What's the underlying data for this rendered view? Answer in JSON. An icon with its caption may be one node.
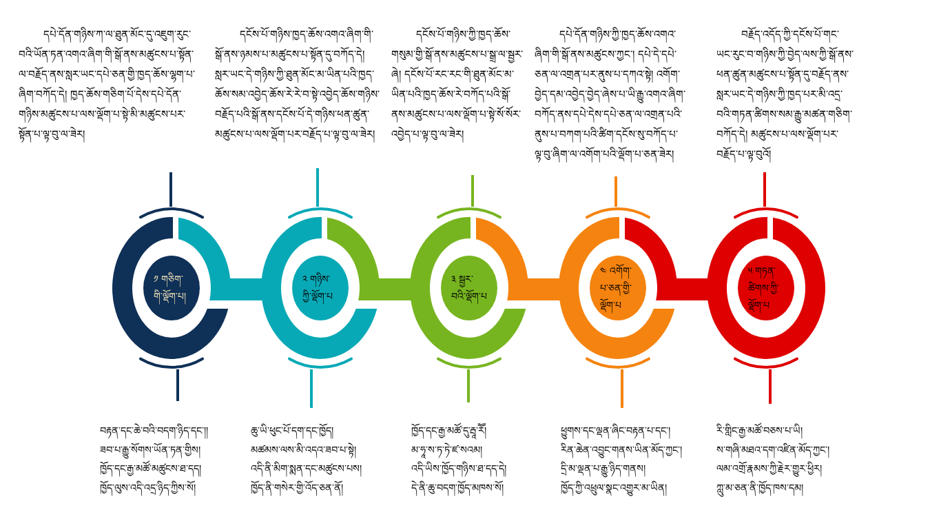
{
  "diagram": {
    "nodes": [
      {
        "text": [
          "དཔེ་དོན་གཉིས་ཀ་ལ་ཐུན་མོང་དུ་འཇུག་རུང་བའི་ཡོན་ཏན་འགའ་ཞིག་གི་སྒོ་ནས་མཚུངས་པ་སྟོན་ལ་བརྗོད་ནས་སླར་ཡང་དཔེ་ཅན་གྱི་ཁྱད་ཆོས་ལྷག་པ་ཞིག་བཀོད་དེ། ཁྱད་ཆོས་གཅིག་པོ་དེས་དཔེ་དོན་གཉིས་མཚུངས་པ་ལས་ལྡོག་པ་སྟེ་མི་མཚུངས་པར་སྟོན་པ་ལྟ་བུ་ལ་ཟེར།"
        ]
      },
      {
        "text": [
          "དངོས་པོ་གཉིས་ཁྱད་ཆོས་འགའ་ཞིག་གི་སྒོ་ནས་ཉམས་པ་མཚུངས་པ་སྟོན་དུ་བཀོད་དེ། སླར་ཡང་དེ་གཉིས་ཀྱི་ཐུན་མོང་མ་ཡིན་པའི་ཁྱད་ཆོས་སམ་འབྱེད་ཆོས་རེ་རེ་བ་སྟེ་འབྱེད་ཆོས་གཉིས་བརྗོད་པའི་སྒོ་ནས་དངོས་པོ་དེ་གཉིས་ཕན་ཚུན་མཚུངས་པ་ལས་ལྡོག་པར་བརྗོད་པ་ལྟ་བུ་ལ་ཟེར།"
        ]
      },
      {
        "text": [
          "དངོས་པོ་གཉིས་ཀྱི་ཁྱད་ཆོས་གསུམ་གྱི་སྒོ་ནས་མཚུངས་པ་སྒྲ་ལ་སྦྱར་ཞེ། དངོས་པོ་རང་རང་གི་ཐུན་མོང་མ་ཡིན་པའི་ཁྱད་ཆོས་རེ་བཀོད་པའི་སྒོ་ནས་མཚུངས་པ་ལས་ལྡོག་པ་སྟེ་སོ་སོར་འབྱེད་པ་ལྟ་བུ་ལ་ཟེར།"
        ]
      },
      {
        "text": [
          "དཔེ་དོན་གཉིས་ཀྱི་ཁྱད་ཆོས་འགའ་ཞིག་གི་སྒོ་ནས་མཚུངས་ཀྱང་། དཔེ་དེ་དཔེ་ཅན་ལ་འགྲན་པར་ནུས་པ་དཀའ་སྟེ། འགོག་བྱེད་དམ་འབྱེད་བྱེད་ཞེས་པ་ཡི་རྒྱུ་འགའ་ཞིག་བཀོད་ནས་དཔེ་དེས་དཔེ་ཅན་ལ་འགྲན་པའི་ནུས་པ་བཀག་པའི་ཚིག་དངོས་སུ་བཀོད་པ་ལྟ་བུ་ཞིག་ལ་འགོག་པའི་ལྡོག་པ་ཅན་ཟེར།"
        ]
      },
      {
        "text": [
          "བརྗོད་འདོད་ཀྱི་དངོས་པོ་གང་ཡང་རུང་བ་གཉིས་ཀྱི་བྱེད་ལས་ཀྱི་སྒོ་ནས་ཕན་ཚུན་མཚུངས་པ་སྟོན་དུ་བརྗོད་ནས་སླར་ཡང་དེ་གཉིས་ཀྱི་ཁྱད་པར་མི་འདྲ་བའི་གཏན་ཚིགས་སམ་རྒྱུ་མཚན་གཅིག་བཀོད་དེ། མཚུངས་པ་ལས་ལྡོག་པར་བརྗོད་པ་ལྟ་བུའོ།"
        ]
      },
      {
        "text": [],
        "shape": "ring"
      },
      {
        "text": [
          "༡ གཅིག་གི་ལྡོག་པ།"
        ],
        "in": 5
      },
      {
        "text": [],
        "shape": "ring"
      },
      {
        "text": [
          "༢ གཉིས་ཀྱི་ལྡོག་པ"
        ],
        "in": 7
      },
      {
        "text": [],
        "shape": "ring"
      },
      {
        "text": [
          "༣ སྦྱར་བའི་ལྡོག་པ"
        ],
        "in": 9
      },
      {
        "text": [],
        "shape": "ring"
      },
      {
        "text": [
          "༤ འགོག་པ་ཅན་གྱི་ལྡོག་པ"
        ],
        "in": 11
      },
      {
        "text": [],
        "shape": "ring"
      },
      {
        "text": [
          "༥ གཏན་ཚིགས་ཀྱི་ལྡོག་པ"
        ],
        "in": 13
      },
      {
        "text": [
          "བརྟན་དང་ཆེ་བའི་བདག་ཉིད་དང་།། ཟབ་པ་རྒྱུ་སོགས་ཡོན་ཏན་གྱིས། ཁྱོད་དང་རྒྱ་མཚོ་མཚུངས་ཐ་དད། ཁྱོད་ལུས་འདི་འདྲ་ཉིད་ཀྱིས་སོ།"
        ]
      },
      {
        "text": [
          "ཆུ་ཡི་ཕུང་པོ་དག་དང་ཁྱོད། མཚམས་ལས་མི་འདའ་ཟབ་པ་སྟེ། འདི་ནི་མིག་སྨན་དང་མཚུངས་པས། ཁྱོད་ནི་གསེར་གྱི་འོད་ཅན་ནོ།"
        ]
      },
      {
        "text": [
          "ཁྱོད་དང་རྒྱ་མཚོ་དུ་རྦཱ་རཽ། མ་ཧཱ་ས་ཏ་ཏེ་ཛ་སའམ། འདི་ཡིས་ཁྱོད་གཉིས་ཐ་དད་དེ། དེ་ནི་ཆུ་བདག་ཁྱོད་མཁས་སོ།"
        ]
      },
      {
        "text": [
          "ཕྱུགས་དང་ལྡན་ཞིང་བརྟན་པ་དང་། རིན་ཆེན་འབྱུང་གནས་ཡིན་མོད་ཀྱང་། དྲི་མ་ལྡན་པ་རྒྱུ་ཉིད་གནས། ཁྱོད་ཀྱི་འཕྲུལ་སྣང་འགྱུར་མ་ཡིན།"
        ]
      },
      {
        "text": [
          "རི་གླིང་རྒྱ་མཚོ་བཅས་པ་ཡི། ས་གཞི་མཐའ་དག་འཛིན་མོད་ཀྱང་། ལམ་འགྲོ་རྣམས་ཀྱི་རྗེར་གྱུར་ཕྱིར། ཀླུ་མ་ཅན་ནི་ཁྱོད་ཁས་དམ།"
        ]
      }
    ],
    "edges": [
      {
        "from": 0,
        "to": 5,
        "arrow": "none",
        "color": "#0f3057"
      },
      {
        "from": 1,
        "to": 7,
        "arrow": "none",
        "color": "#08a9b6"
      },
      {
        "from": 2,
        "to": 9,
        "arrow": "none",
        "color": "#77b520"
      },
      {
        "from": 3,
        "to": 11,
        "arrow": "none",
        "color": "#f5830f"
      },
      {
        "from": 4,
        "to": 13,
        "arrow": "none",
        "color": "#df0101"
      },
      {
        "from": 5,
        "to": 15,
        "arrow": "none",
        "color": "#0f3057"
      },
      {
        "from": 7,
        "to": 16,
        "arrow": "none",
        "color": "#08a9b6"
      },
      {
        "from": 9,
        "to": 17,
        "arrow": "none",
        "color": "#77b520"
      },
      {
        "from": 11,
        "to": 18,
        "arrow": "none",
        "color": "#f5830f"
      },
      {
        "from": 13,
        "to": 19,
        "arrow": "none",
        "color": "#df0101"
      }
    ]
  }
}
